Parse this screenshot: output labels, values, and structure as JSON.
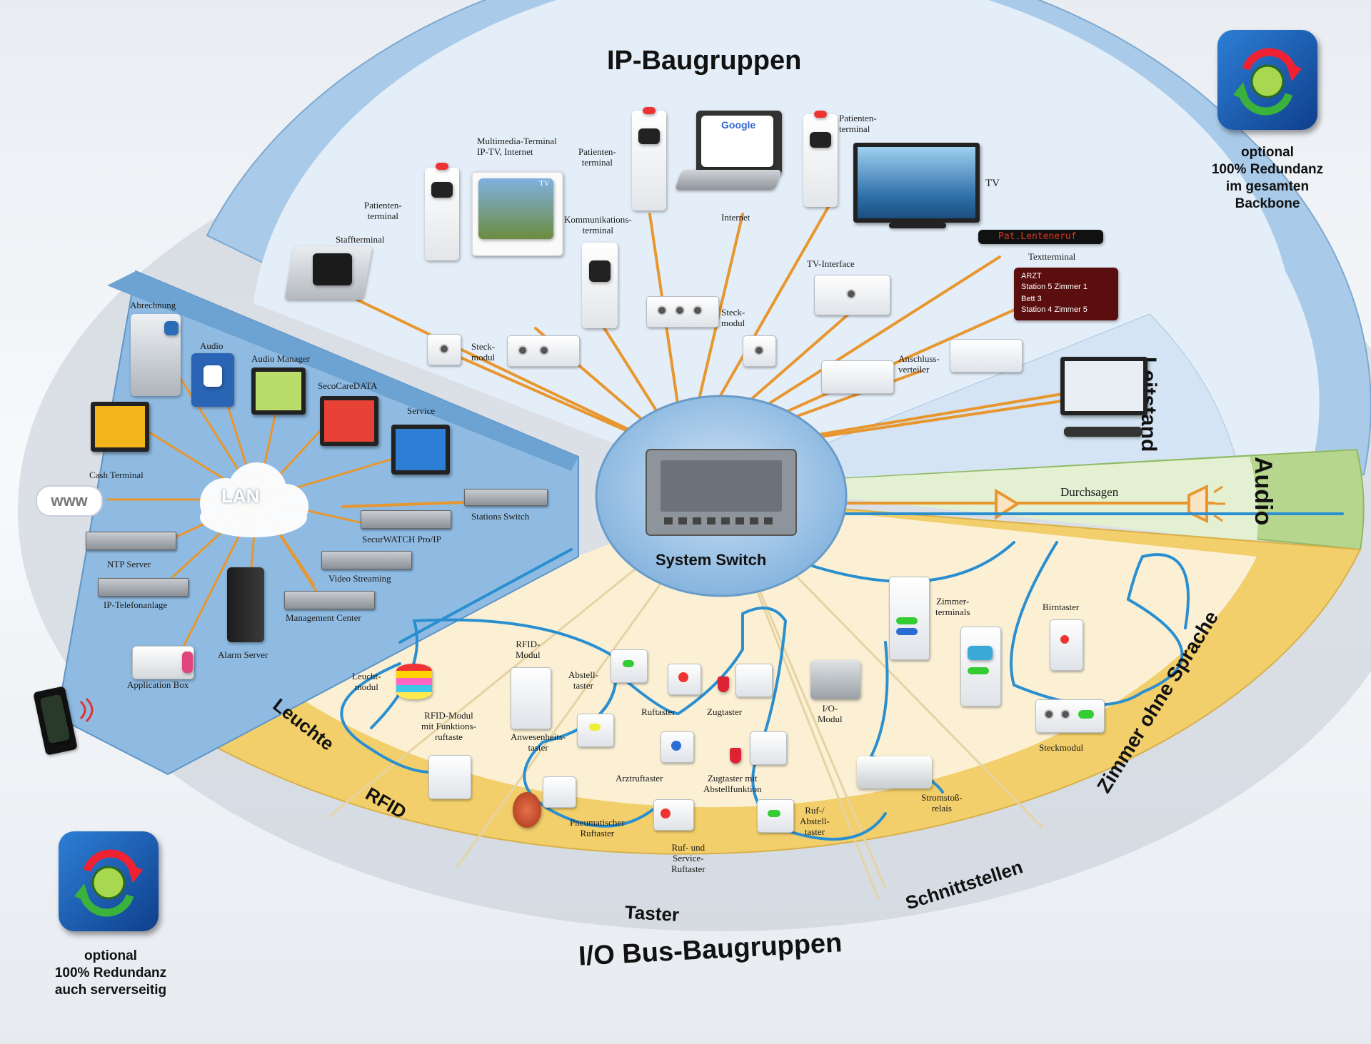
{
  "sections": {
    "ip": "IP-Baugruppen",
    "leitstand": "Leitstand",
    "audio": "Audio",
    "io_bus": "I/O Bus-Baugruppen",
    "zimmer": "Zimmer ohne Sprache",
    "schnittstellen": "Schnittstellen",
    "taster": "Taster",
    "rfid": "RFID",
    "leuchte": "Leuchte"
  },
  "center": {
    "label": "System Switch"
  },
  "lan": {
    "cloud": "LAN",
    "www": "www"
  },
  "ip_devices": {
    "staffterminal": "Staffterminal",
    "patienten1": "Patienten-\nterminal",
    "multimedia": "Multimedia-Terminal\nIP-TV, Internet",
    "tv_logo": "TV",
    "patienten2": "Patienten-\nterminal",
    "kommunikation": "Kommunikations-\nterminal",
    "internet": "Internet",
    "google": "Google",
    "patienten3": "Patienten-\nterminal",
    "tv": "TV",
    "tv_interface": "TV-Interface",
    "textterminal": "Textterminal",
    "ticker_text": "Pat.Lenteneruf",
    "steckmodul1": "Steck-\nmodul",
    "steckmodul2": "Steck-\nmodul",
    "anschluss": "Anschluss-\nverteiler",
    "text_rows": [
      "ARZT",
      "Station 5 Zimmer 1",
      "Bett 3",
      "Station 4 Zimmer 5"
    ]
  },
  "lan_devices": {
    "abrechnung": "Abrechnung",
    "audio": "Audio",
    "audio_manager": "Audio Manager",
    "secocare": "SecoCareDATA",
    "service": "Service",
    "cash": "Cash Terminal",
    "stations_switch": "Stations Switch",
    "securwatch": "SecurWATCH Pro/IP",
    "ntp": "NTP Server",
    "video": "Video Streaming",
    "ip_tel": "IP-Telefonanlage",
    "management": "Management Center",
    "alarm": "Alarm Server",
    "appbox": "Application Box"
  },
  "audio_devices": {
    "durchsagen": "Durchsagen"
  },
  "io_devices": {
    "leuchtmodul": "Leucht-\nmodul",
    "rfid_modul": "RFID-\nModul",
    "rfid_funktion": "RFID-Modul\nmit Funktions-\nruftaste",
    "abstelltaster": "Abstell-\ntaster",
    "anwesenheit": "Anwesenheits-\ntaster",
    "pneumatisch": "Pneumatischer\nRuftaster",
    "ruftaster": "Ruftaster",
    "arztruftaster": "Arztruftaster",
    "ruf_service": "Ruf- und\nService-\nRuftaster",
    "zugtaster": "Zugtaster",
    "zugtaster_abstell": "Zugtaster mit\nAbstellfunktion",
    "ruf_abstell": "Ruf-/\nAbstell-\ntaster",
    "io_modul": "I/O-\nModul",
    "stromstoss": "Stromstoß-\nrelais",
    "zimmerterminals": "Zimmer-\nterminals",
    "birntaster": "Birntaster",
    "steckmodul": "Steckmodul"
  },
  "redundancy": {
    "top": "optional\n100% Redundanz\nim gesamten\nBackbone",
    "bottom": "optional\n100% Redundanz\nauch serverseitig"
  },
  "colors": {
    "ip_band": "#a9cbe9",
    "ip_inner": "#e4eef8",
    "lan_band": "#8fbbe2",
    "audio_band": "#b6d68d",
    "audio_inner": "#e3f0d2",
    "io_band": "#f2cf6a",
    "io_inner": "#fbf0d4",
    "orange_wire": "#e8962e",
    "blue_wire": "#2a8fd0"
  }
}
